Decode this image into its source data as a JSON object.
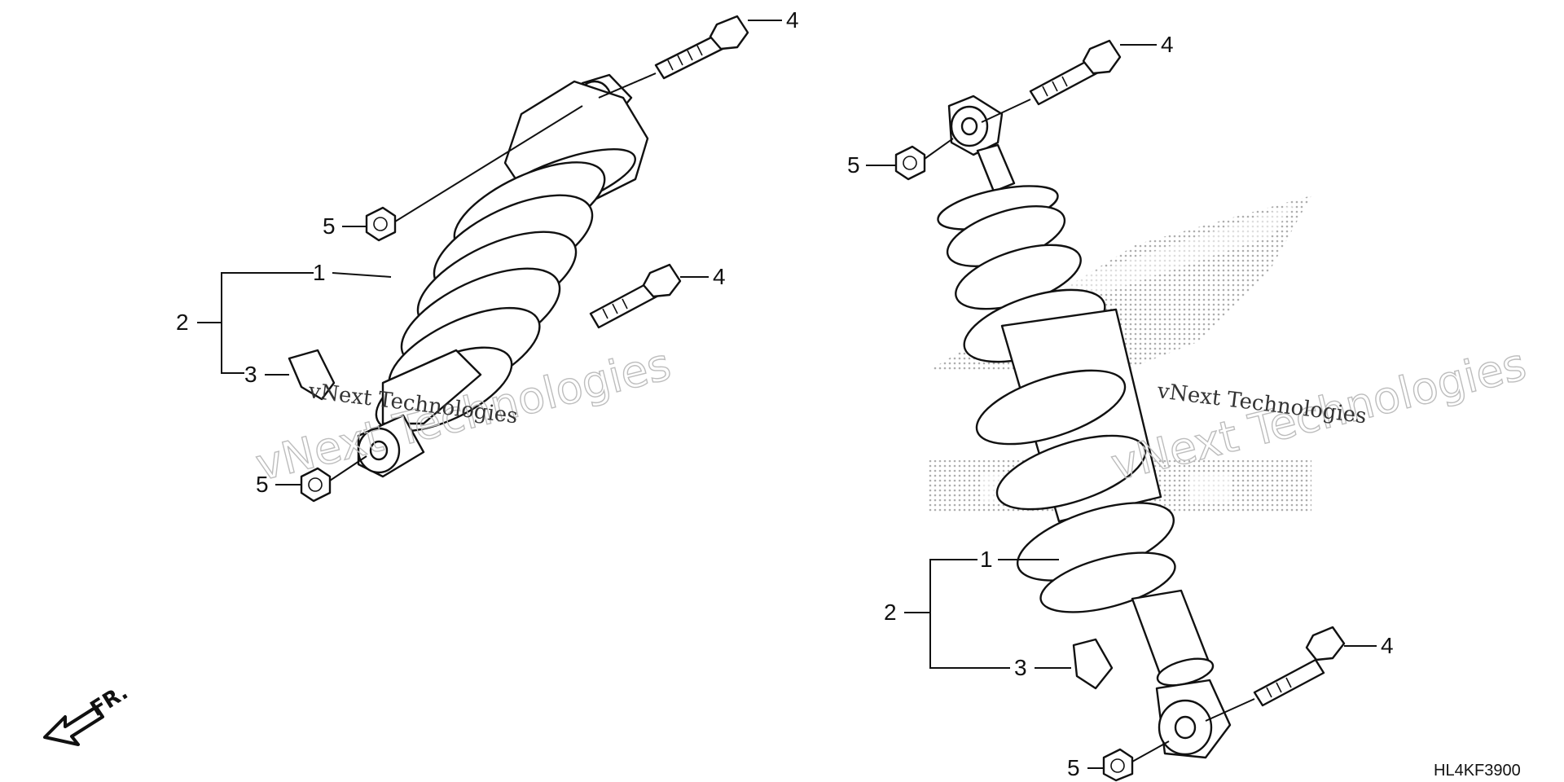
{
  "diagram": {
    "code": "HL4KF3900",
    "direction_label": "FR.",
    "watermark": {
      "large": "vNext Technologies",
      "small": "vNext Technologies"
    },
    "callouts": {
      "left": {
        "shock_absorber": "1",
        "assembly": "2",
        "label": "3",
        "bolt_top": "4",
        "bolt_mid": "4",
        "nut_top": "5",
        "nut_bottom": "5"
      },
      "right": {
        "shock_absorber": "1",
        "assembly": "2",
        "label": "3",
        "bolt_top": "4",
        "bolt_bottom": "4",
        "nut_top": "5",
        "nut_bottom": "5"
      }
    }
  }
}
